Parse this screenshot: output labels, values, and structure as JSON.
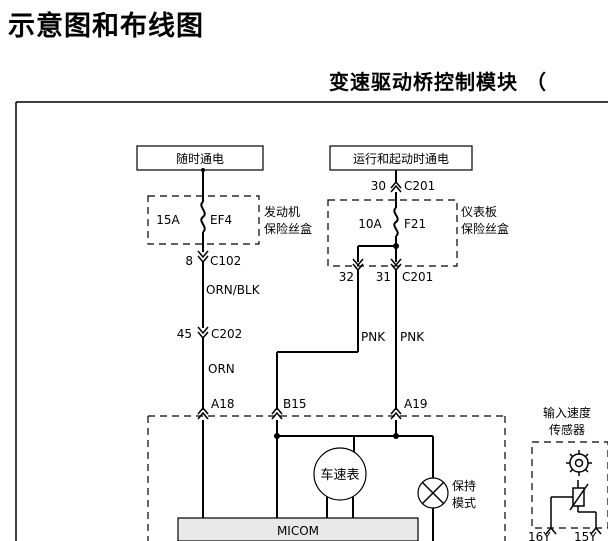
{
  "header": {
    "page_title": "示意图和布线图",
    "module_title": "变速驱动桥控制模块 （"
  },
  "power": {
    "left_label": "随时通电",
    "right_label": "运行和起动时通电"
  },
  "fuses": {
    "left": {
      "rating": "15A",
      "id": "EF4",
      "box_label_1": "发动机",
      "box_label_2": "保险丝盒"
    },
    "right": {
      "rating": "10A",
      "id": "F21",
      "box_label_1": "仪表板",
      "box_label_2": "保险丝盒"
    }
  },
  "connectors": {
    "c201_top_pin": "30",
    "c201_top_name": "C201",
    "c102_pin": "8",
    "c102_name": "C102",
    "c201_left_pin": "32",
    "c201_right_pin": "31",
    "c201_bottom_name": "C201",
    "c202_pin": "45",
    "c202_name": "C202",
    "pin_a18": "A18",
    "pin_b15": "B15",
    "pin_a19": "A19",
    "pin_16y": "16Y",
    "pin_15y": "15Y"
  },
  "wires": {
    "orn_blk": "ORN/BLK",
    "orn": "ORN",
    "pnk_left": "PNK",
    "pnk_right": "PNK"
  },
  "components": {
    "speedometer": "车速表",
    "hold_mode_1": "保持",
    "hold_mode_2": "模式",
    "micom": "MICOM",
    "input_speed_sensor_1": "输入速度",
    "input_speed_sensor_2": "传感器"
  }
}
